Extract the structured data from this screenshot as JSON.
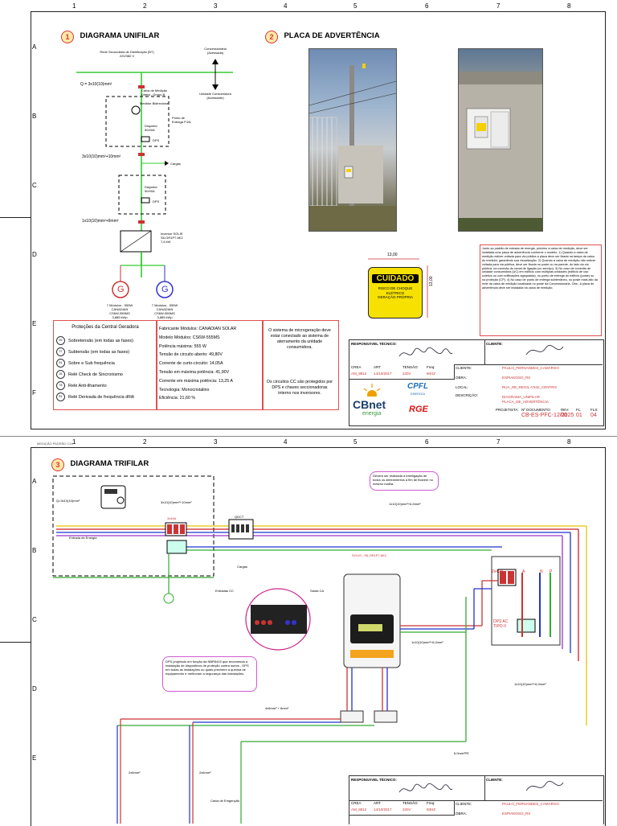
{
  "sheet1": {
    "columns": [
      "1",
      "2",
      "3",
      "4",
      "5",
      "6",
      "7",
      "8"
    ],
    "rows": [
      "A",
      "B",
      "C",
      "D",
      "E",
      "F"
    ],
    "section1": {
      "number": "1",
      "title": "DIAGRAMA UNIFILAR"
    },
    "section2": {
      "number": "2",
      "title": "PLACA DE ADVERTÊNCIA"
    },
    "grid_label": "Rede Secundária de Distribuição (BT) 220/380 V",
    "flow_top": "Concessionária (Acessada)",
    "flow_bottom": "Unidade Consumidora (Acessante)",
    "cable1": "Q = 3x10(10)mm²",
    "meter_box": "Caixa de Medição Direta - Grupo B",
    "meter": "Medidor Bidirecional",
    "protection_point": "Ponto de Entrega PJ/A",
    "breaker1": "Disjuntor 50/40A",
    "dps1": "DPS",
    "cable2": "3x10(10)mm²+10mm²",
    "loads": "Cargas",
    "breaker2": "Disjuntor 50/40A",
    "dps2": "DPS",
    "cable3": "1x10(10)mm²+6mm²",
    "inverter_label": "Inversor SOLIS S6-GR1P7.6K2 7,6 kW",
    "gen1": "G",
    "gen2": "G",
    "gen1_label": "7 Módulos - 555W CANADIAN CS6W-555MS 3,885 kWp",
    "gen2_label": "7 Módulos - 555W CANADIAN CS6W-555MS 3,885 kWp",
    "protections": {
      "title": "Proteções da Central Geradora",
      "items": [
        {
          "code": "59",
          "label": "Sobretensão (em todas as fases)"
        },
        {
          "code": "27",
          "label": "Subtensão (em todas as fases)"
        },
        {
          "code": "81",
          "label": "Sobre e Sub frequência"
        },
        {
          "code": "25",
          "label": "Relé Check de Sincronismo"
        },
        {
          "code": "78",
          "label": "Relé Anti-ilhamento"
        },
        {
          "code": "81",
          "label": "Relé Derivada de frequência df/dt"
        }
      ]
    },
    "module_specs": [
      "Fabricante Módulos: CANADIAN SOLAR",
      "Modelo Módulos: CS6W-555MS",
      "Potência máxima: 555 W",
      "Tensão de circuito aberto: 49,80V",
      "Corrente de curto-circuito: 14,05A",
      "Tensão em máxima potência: 41,90V",
      "Corrente em máxima potência: 13,25 A",
      "Tecnologia: Monocristalino",
      "Eficiência: 21,60 %"
    ],
    "note_inverter": "O sistema de microgeração deve estar conectado ao sistema de aterramento da unidade consumidora.",
    "note_cc": "Os circuitos CC são protegidos por DPS e chaves seccionadoras interno nos inversores.",
    "plate": {
      "width": "13,00",
      "height": "13,00",
      "title": "CUIDADO",
      "line1": "RISCO DE CHOQUE",
      "line2": "ELÉTRICO",
      "line3": "GERAÇÃO PRÓPRIA"
    },
    "plate_notes": "Junto ao padrão de entrada de energia, próximo à caixa de medição, deve ser instalada uma placa de advertência conforme o modelo. 1) Quando a caixa de medição estiver voltada para via pública a placa deve ser fixada na tampa da caixa do medidor, garantindo sua visualização. 2) Quando a caixa de medição não estiver voltada para via pública, deve ser fixada no poste ou na parede, do lado da via pública, na conexão do ramal de ligação (ou serviço). 3) No caso de conexão de unidade consumidora (UC) em edifício com múltiplas unidades (edifício de uso coletivo ou com edificações agrupadas), no ponto de entrega do edifício (poste) ou na proteção (CP). 4) No caso de ponto de entrega subterrâneo, no poste mais alto da rede da caixa de medição localizada no poste da Concessionária. Obs.: A placa de advertência deve ser instalada na caixa de medição."
  },
  "title_block": {
    "resp_label": "RESPONSÁVEL TÉCNICO:",
    "client_label": "CLIENTE:",
    "crea_label": "CREA",
    "crea": "AM_8812",
    "art_label": "ART",
    "art": "14/10/2017",
    "tensao_label": "TENSÃO:",
    "tensao": "220V",
    "freq_label": "Freq:",
    "freq": "60HZ",
    "cliente_field": "CLIENTE:",
    "cliente": "PAULO_FERNANDES_CAMARGO",
    "obra_label": "OBRA:",
    "obra": "ESPIANOSO_RS",
    "local_label": "LOCAL:",
    "local": "RUA_RE_REGIL A'542_CENTRO",
    "desc_label": "DESCRIÇÃO:",
    "desc1": "DIAGRAMA_UNIFILAR",
    "desc2": "PLACA_DE_ADVERTÊNCIA",
    "project_label": "PROJETISTA:",
    "doc_label": "Nº DOCUMENTO:",
    "doc": "CB-ES-PFC-12/2025",
    "rev_label": "REV:",
    "rev": "00",
    "fl_label": "FL:",
    "fl": "01",
    "fls_label": "FLS:",
    "fls": "04",
    "logo_cbnet": "CBnet",
    "logo_cbnet_sub": "energia",
    "logo_cpfl": "CPFL",
    "logo_cpfl_sub": "ENERGIA",
    "logo_rge": "RGE"
  },
  "sheet2": {
    "header_note": "MEDIÇÃO PADRÃO C16",
    "columns": [
      "1",
      "2",
      "3",
      "4",
      "5",
      "6",
      "7",
      "8"
    ],
    "rows": [
      "A",
      "B",
      "C",
      "D",
      "E"
    ],
    "section3": {
      "number": "3",
      "title": "DIAGRAMA TRIFILAR"
    },
    "cable_in": "Q=3x10(10)mm²",
    "cable_mid": "3x10(10)mm²+10mm²",
    "breaker": "3x40A",
    "qdct": "QDCT",
    "entrada": "Entrada de Energia",
    "cargas": "Cargas",
    "note_top": "Deverá ser realizada a interligação de todos os aterramentos a fim de ficarem no mesmo malha.",
    "cable_right": "1x10(10)mm²+6,0mm²",
    "inverter_tag": "SOLIS - S6-GR1P7.6K2",
    "entradas_cc": "Entradas CC",
    "saida_ca": "Saída CA",
    "dps_note": "DPS projetado em função da NBR5410 que recomenda a instalação de dispositivos de proteção contra surtos - DPS em todas as instalações ou quais previnem a queima de equipamento e melhoram a segurança das instalações.",
    "cable_inv": "1x10(10)mm²+6,0mm²",
    "breaker_ac": "2x40A",
    "phase_a": "A",
    "phase_n": "N",
    "phase_p": "P",
    "dps_ac": "DPS AC TIPO II",
    "cable_dc": "4x6mm² + 6mm²",
    "cable_bottom": "1x10(10)mm²+6,0mm²",
    "cable_pe": "6,0mm²PE",
    "cable_2a": "2x6mm²",
    "cable_2b": "2x6mm²",
    "caixa": "Caixa de Emgenção"
  }
}
